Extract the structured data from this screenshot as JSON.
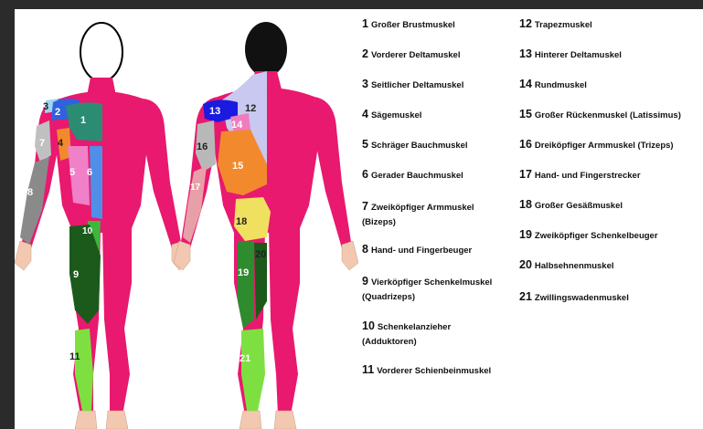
{
  "labels": [
    {
      "num": "1",
      "name": "Großer Brustmuskel"
    },
    {
      "num": "2",
      "name": "Vorderer Deltamuskel"
    },
    {
      "num": "3",
      "name": "Seitlicher Deltamuskel"
    },
    {
      "num": "4",
      "name": "Sägemuskel"
    },
    {
      "num": "5",
      "name": "Schräger Bauchmuskel"
    },
    {
      "num": "6",
      "name": "Gerader Bauchmuskel"
    },
    {
      "num": "7",
      "name": "Zweiköpfiger Armmuskel",
      "name2": "(Bizeps)"
    },
    {
      "num": "8",
      "name": "Hand- und Fingerbeuger"
    },
    {
      "num": "9",
      "name": "Vierköpfiger Schenkelmuskel",
      "name2": "(Quadrizeps)"
    },
    {
      "num": "10",
      "name": "Schenkelanzieher",
      "name2": "(Adduktoren)"
    },
    {
      "num": "11",
      "name": "Vorderer Schienbeinmuskel"
    },
    {
      "num": "12",
      "name": "Trapezmuskel"
    },
    {
      "num": "13",
      "name": "Hinterer Deltamuskel"
    },
    {
      "num": "14",
      "name": "Rundmuskel"
    },
    {
      "num": "15",
      "name": "Großer Rückenmuskel (Latissimus)"
    },
    {
      "num": "16",
      "name": "Dreiköpfiger Armmuskel (Trizeps)"
    },
    {
      "num": "17",
      "name": "Hand- und Fingerstrecker"
    },
    {
      "num": "18",
      "name": "Großer Gesäßmuskel"
    },
    {
      "num": "19",
      "name": "Zweiköpfiger Schenkelbeuger"
    },
    {
      "num": "20",
      "name": "Halbsehnenmuskel"
    },
    {
      "num": "21",
      "name": "Zwillingswadenmuskel"
    }
  ]
}
